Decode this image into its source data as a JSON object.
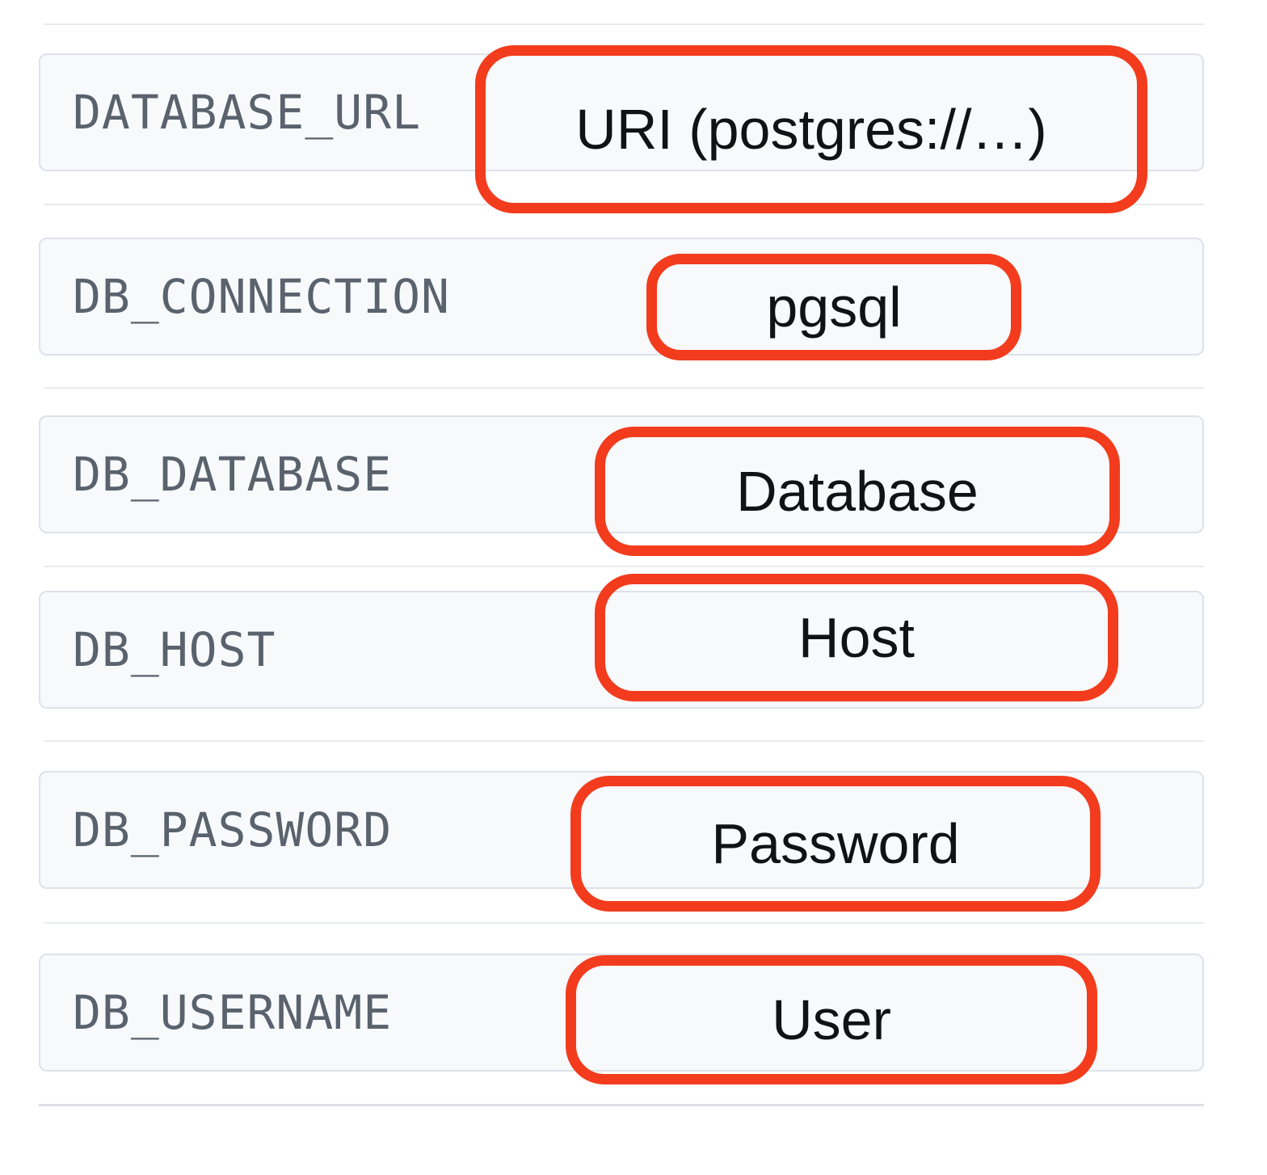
{
  "colors": {
    "annotation_red": "#f23c1d",
    "row_background": "#f7f9fb",
    "row_border": "#dde2e9",
    "key_text": "#59626d",
    "value_text": "#101214",
    "divider": "#e7eaee",
    "page_background": "#ffffff"
  },
  "rows": [
    {
      "key": "DATABASE_URL",
      "value": "URI (postgres://…)"
    },
    {
      "key": "DB_CONNECTION",
      "value": "pgsql"
    },
    {
      "key": "DB_DATABASE",
      "value": "Database"
    },
    {
      "key": "DB_HOST",
      "value": "Host"
    },
    {
      "key": "DB_PASSWORD",
      "value": "Password"
    },
    {
      "key": "DB_USERNAME",
      "value": "User"
    }
  ]
}
